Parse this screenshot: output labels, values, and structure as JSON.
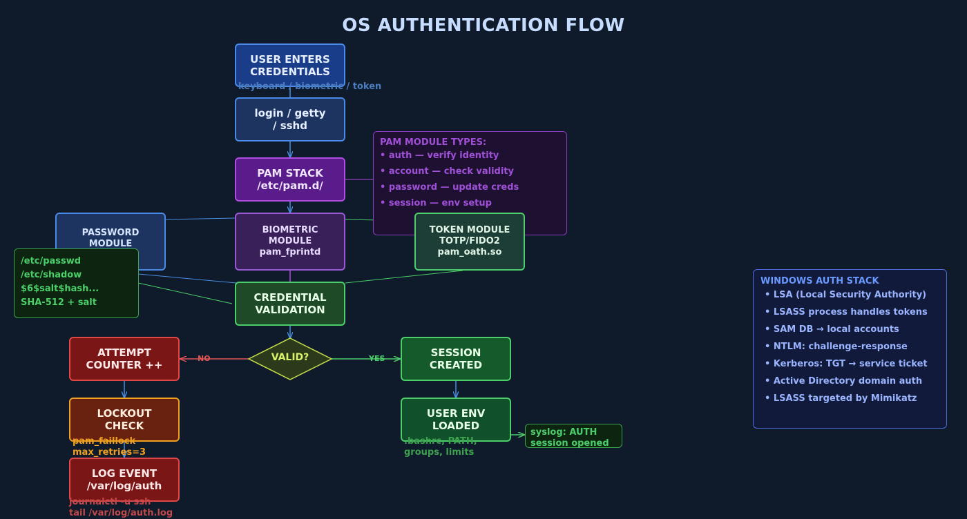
{
  "title": "OS AUTHENTICATION FLOW",
  "nodes": {
    "user_enters": {
      "line1": "USER ENTERS",
      "line2": "CREDENTIALS",
      "note": "keyboard / biometric / token"
    },
    "login": {
      "line1": "login / getty",
      "line2": "/ sshd"
    },
    "pam_stack": {
      "line1": "PAM STACK",
      "line2": "/etc/pam.d/"
    },
    "password_module": {
      "line1": "PASSWORD",
      "line2": "MODULE"
    },
    "biometric_module": {
      "line1": "BIOMETRIC",
      "line2": "MODULE",
      "line3": "pam_fprintd"
    },
    "token_module": {
      "line1": "TOKEN MODULE",
      "line2": "TOTP/FIDO2",
      "line3": "pam_oath.so"
    },
    "credential_validation": {
      "line1": "CREDENTIAL",
      "line2": "VALIDATION"
    },
    "valid": {
      "label": "VALID?",
      "no_label": "NO",
      "yes_label": "YES"
    },
    "attempt_counter": {
      "line1": "ATTEMPT",
      "line2": "COUNTER ++"
    },
    "lockout_check": {
      "line1": "LOCKOUT",
      "line2": "CHECK",
      "note1": "pam_faillock",
      "note2": "max_retries=3"
    },
    "log_event": {
      "line1": "LOG EVENT",
      "line2": "/var/log/auth",
      "note1": "journalctl -u ssh",
      "note2": "tail /var/log/auth.log"
    },
    "session_created": {
      "line1": "SESSION",
      "line2": "CREATED"
    },
    "user_env": {
      "line1": "USER ENV",
      "line2": "LOADED",
      "note1": ".bashrc, PATH,",
      "note2": "groups, limits"
    },
    "syslog": {
      "line1": "syslog: AUTH",
      "line2": "session opened"
    }
  },
  "password_files": {
    "items": [
      "/etc/passwd",
      "/etc/shadow",
      "$6$salt$hash...",
      "SHA-512 + salt"
    ]
  },
  "pam_types": {
    "heading": "PAM MODULE TYPES:",
    "items": [
      "• auth — verify identity",
      "• account — check validity",
      "• password — update creds",
      "• session — env setup"
    ]
  },
  "windows_auth": {
    "heading": "WINDOWS AUTH STACK",
    "items": [
      "• LSA (Local Security Authority)",
      "• LSASS process handles tokens",
      "• SAM DB → local accounts",
      "• NTLM: challenge-response",
      "• Kerberos: TGT → service ticket",
      "• Active Directory domain auth",
      "• LSASS targeted by Mimikatz"
    ]
  },
  "colors": {
    "background": "#0f1a2a",
    "flow_arrow": "#4a90e2",
    "no_arrow": "#e05555",
    "yes_arrow": "#4ccf6a",
    "pam_purple": "#b04ce0",
    "validation_green": "#4ccf6a",
    "lockout_orange": "#f0a020"
  }
}
